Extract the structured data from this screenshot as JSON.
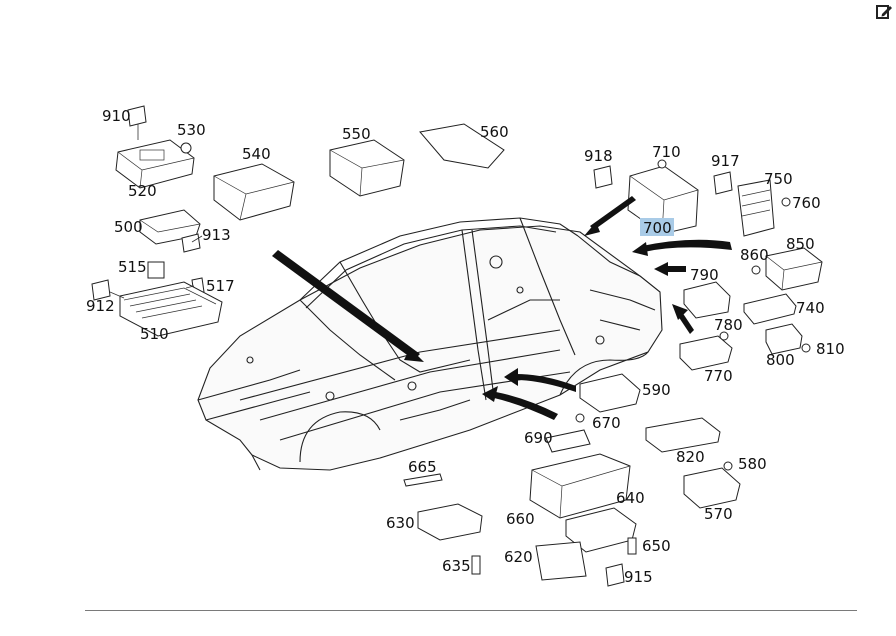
{
  "toolbar": {
    "edit_icon": "edit-pencil-icon"
  },
  "diagram": {
    "highlighted_callout": "700",
    "highlight_color": "#a9cbe7",
    "callouts": {
      "c910": "910",
      "c530": "530",
      "c540": "540",
      "c550": "550",
      "c560": "560",
      "c918": "918",
      "c710": "710",
      "c917": "917",
      "c750": "750",
      "c760": "760",
      "c520": "520",
      "c500": "500",
      "c913": "913",
      "c515": "515",
      "c517": "517",
      "c912": "912",
      "c510": "510",
      "c700": "700",
      "c850": "850",
      "c860": "860",
      "c790": "790",
      "c740": "740",
      "c780": "780",
      "c810": "810",
      "c800": "800",
      "c770": "770",
      "c590": "590",
      "c670": "670",
      "c690": "690",
      "c820": "820",
      "c580": "580",
      "c665": "665",
      "c640": "640",
      "c570": "570",
      "c630": "630",
      "c660": "660",
      "c650": "650",
      "c620": "620",
      "c635": "635",
      "c915": "915"
    }
  }
}
